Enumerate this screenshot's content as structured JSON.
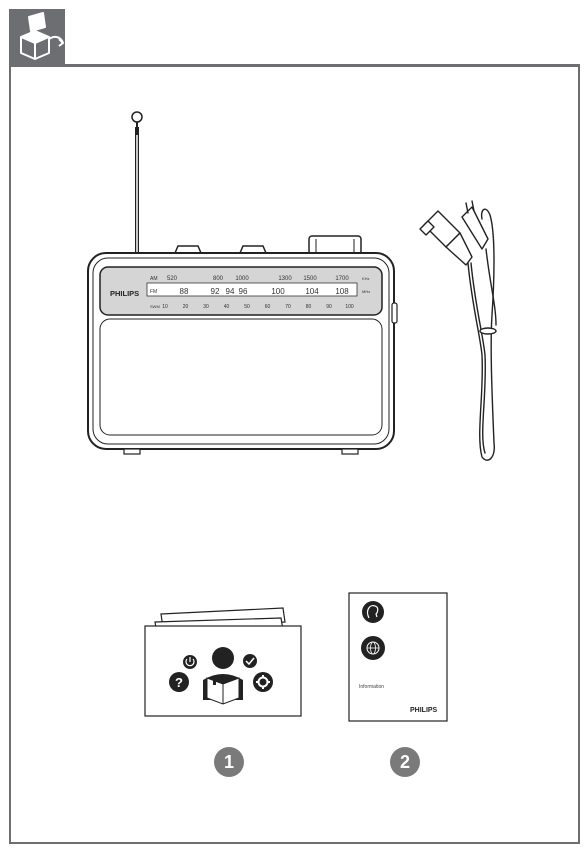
{
  "radio": {
    "brand": "PHILIPS",
    "am_label": "AM",
    "am_unit": "KHz",
    "fm_label": "FM",
    "fm_unit": "MHz",
    "swm_label": "SWM",
    "am_ticks": [
      "520",
      "800",
      "1000",
      "1300",
      "1500",
      "1700"
    ],
    "fm_ticks": [
      "88",
      "92",
      "94",
      "96",
      "100",
      "104",
      "108"
    ],
    "meter_ticks": [
      "10",
      "20",
      "30",
      "40",
      "50",
      "60",
      "70",
      "80",
      "90",
      "100"
    ]
  },
  "booklet": {
    "info_label": "Information",
    "brand": "PHILIPS"
  },
  "items": [
    {
      "number": "1"
    },
    {
      "number": "2"
    }
  ]
}
